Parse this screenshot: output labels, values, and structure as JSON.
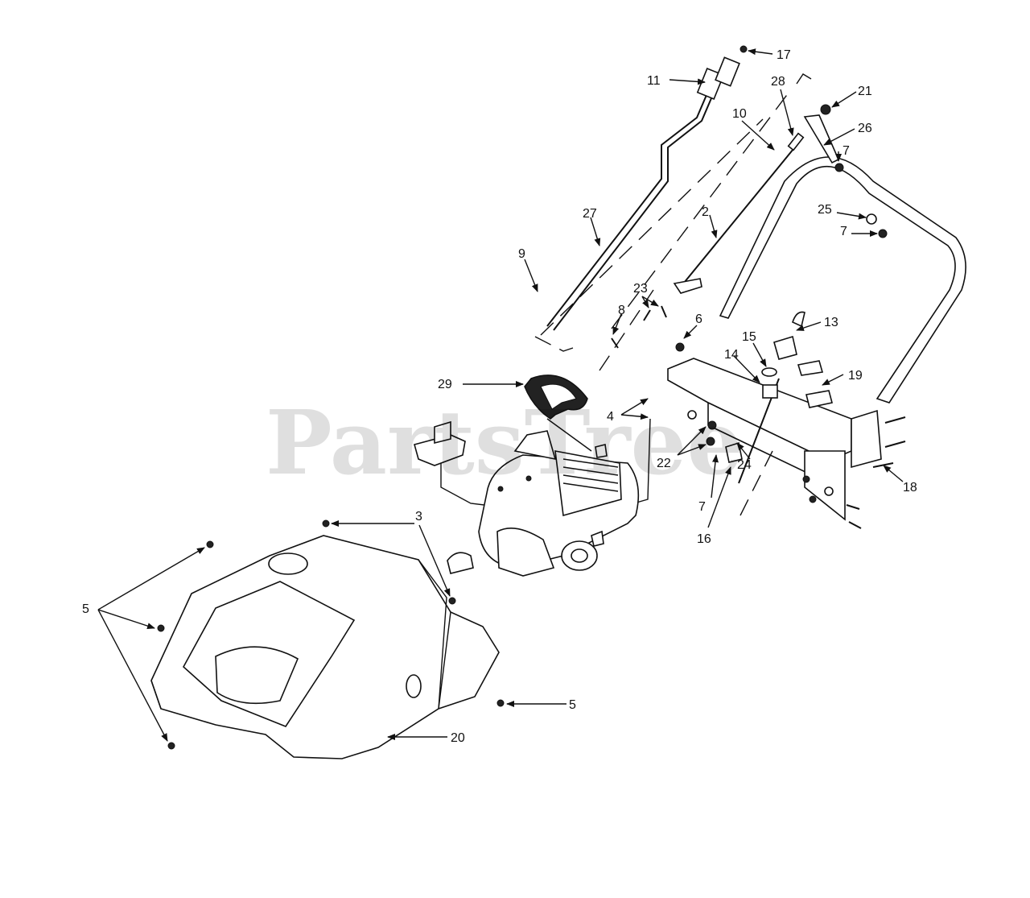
{
  "watermark": "PartsTree",
  "callouts": [
    {
      "id": "c17",
      "text": "17"
    },
    {
      "id": "c11",
      "text": "11"
    },
    {
      "id": "c28",
      "text": "28"
    },
    {
      "id": "c21",
      "text": "21"
    },
    {
      "id": "c10",
      "text": "10"
    },
    {
      "id": "c26",
      "text": "26"
    },
    {
      "id": "c7a",
      "text": "7"
    },
    {
      "id": "c27",
      "text": "27"
    },
    {
      "id": "c2",
      "text": "2"
    },
    {
      "id": "c25",
      "text": "25"
    },
    {
      "id": "c7b",
      "text": "7"
    },
    {
      "id": "c9",
      "text": "9"
    },
    {
      "id": "c23",
      "text": "23"
    },
    {
      "id": "c8",
      "text": "8"
    },
    {
      "id": "c6",
      "text": "6"
    },
    {
      "id": "c13",
      "text": "13"
    },
    {
      "id": "c15",
      "text": "15"
    },
    {
      "id": "c14",
      "text": "14"
    },
    {
      "id": "c29",
      "text": "29"
    },
    {
      "id": "c19",
      "text": "19"
    },
    {
      "id": "c4",
      "text": "4"
    },
    {
      "id": "c22",
      "text": "22"
    },
    {
      "id": "c24",
      "text": "24"
    },
    {
      "id": "c18",
      "text": "18"
    },
    {
      "id": "c7c",
      "text": "7"
    },
    {
      "id": "c16",
      "text": "16"
    },
    {
      "id": "c3",
      "text": "3"
    },
    {
      "id": "c5a",
      "text": "5"
    },
    {
      "id": "c5b",
      "text": "5"
    },
    {
      "id": "c20",
      "text": "20"
    }
  ]
}
